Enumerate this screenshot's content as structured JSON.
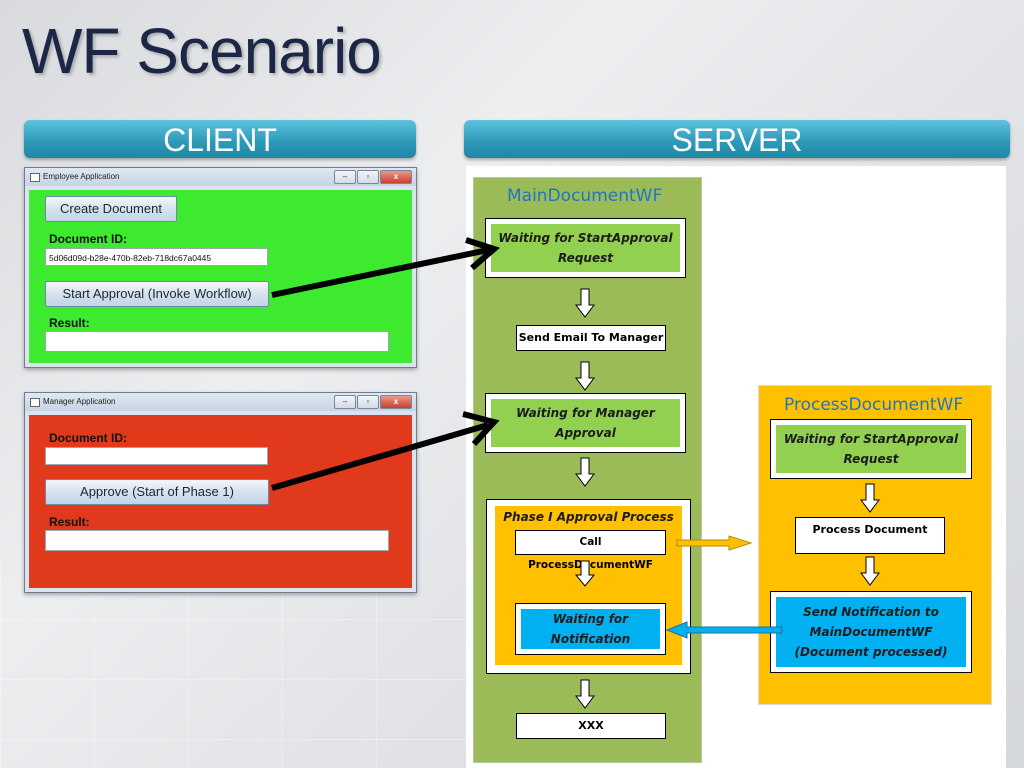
{
  "slide": {
    "title": "WF Scenario"
  },
  "headers": {
    "client": "CLIENT",
    "server": "SERVER"
  },
  "employee_app": {
    "window_title": "Employee Application",
    "create_button": "Create Document",
    "doc_id_label": "Document ID:",
    "doc_id_value": "5d06d09d-b28e-470b-82eb-718dc67a0445",
    "start_button": "Start Approval (Invoke Workflow)",
    "result_label": "Result:",
    "result_value": "",
    "bg_color": "#3dea2f"
  },
  "manager_app": {
    "window_title": "Manager Application",
    "doc_id_label": "Document ID:",
    "doc_id_value": "",
    "approve_button": "Approve (Start of Phase 1)",
    "result_label": "Result:",
    "result_value": "",
    "bg_color": "#e0391c"
  },
  "main_wf": {
    "title": "MainDocumentWF",
    "waiting_start": "Waiting for StartApproval Request",
    "send_email": "Send Email To Manager",
    "waiting_manager": "Waiting for Manager Approval",
    "phase_title": "Phase I Approval Process",
    "call_process": "Call ProcessDocumentWF",
    "waiting_notification": "Waiting for Notification",
    "final": "XXX"
  },
  "process_wf": {
    "title": "ProcessDocumentWF",
    "waiting_start": "Waiting for StartApproval Request",
    "process_doc": "Process Document",
    "send_notification": "Send Notification to MainDocumentWF (Document processed)"
  },
  "window_controls": {
    "minimize": "–",
    "maximize": "▫",
    "close": "x"
  }
}
